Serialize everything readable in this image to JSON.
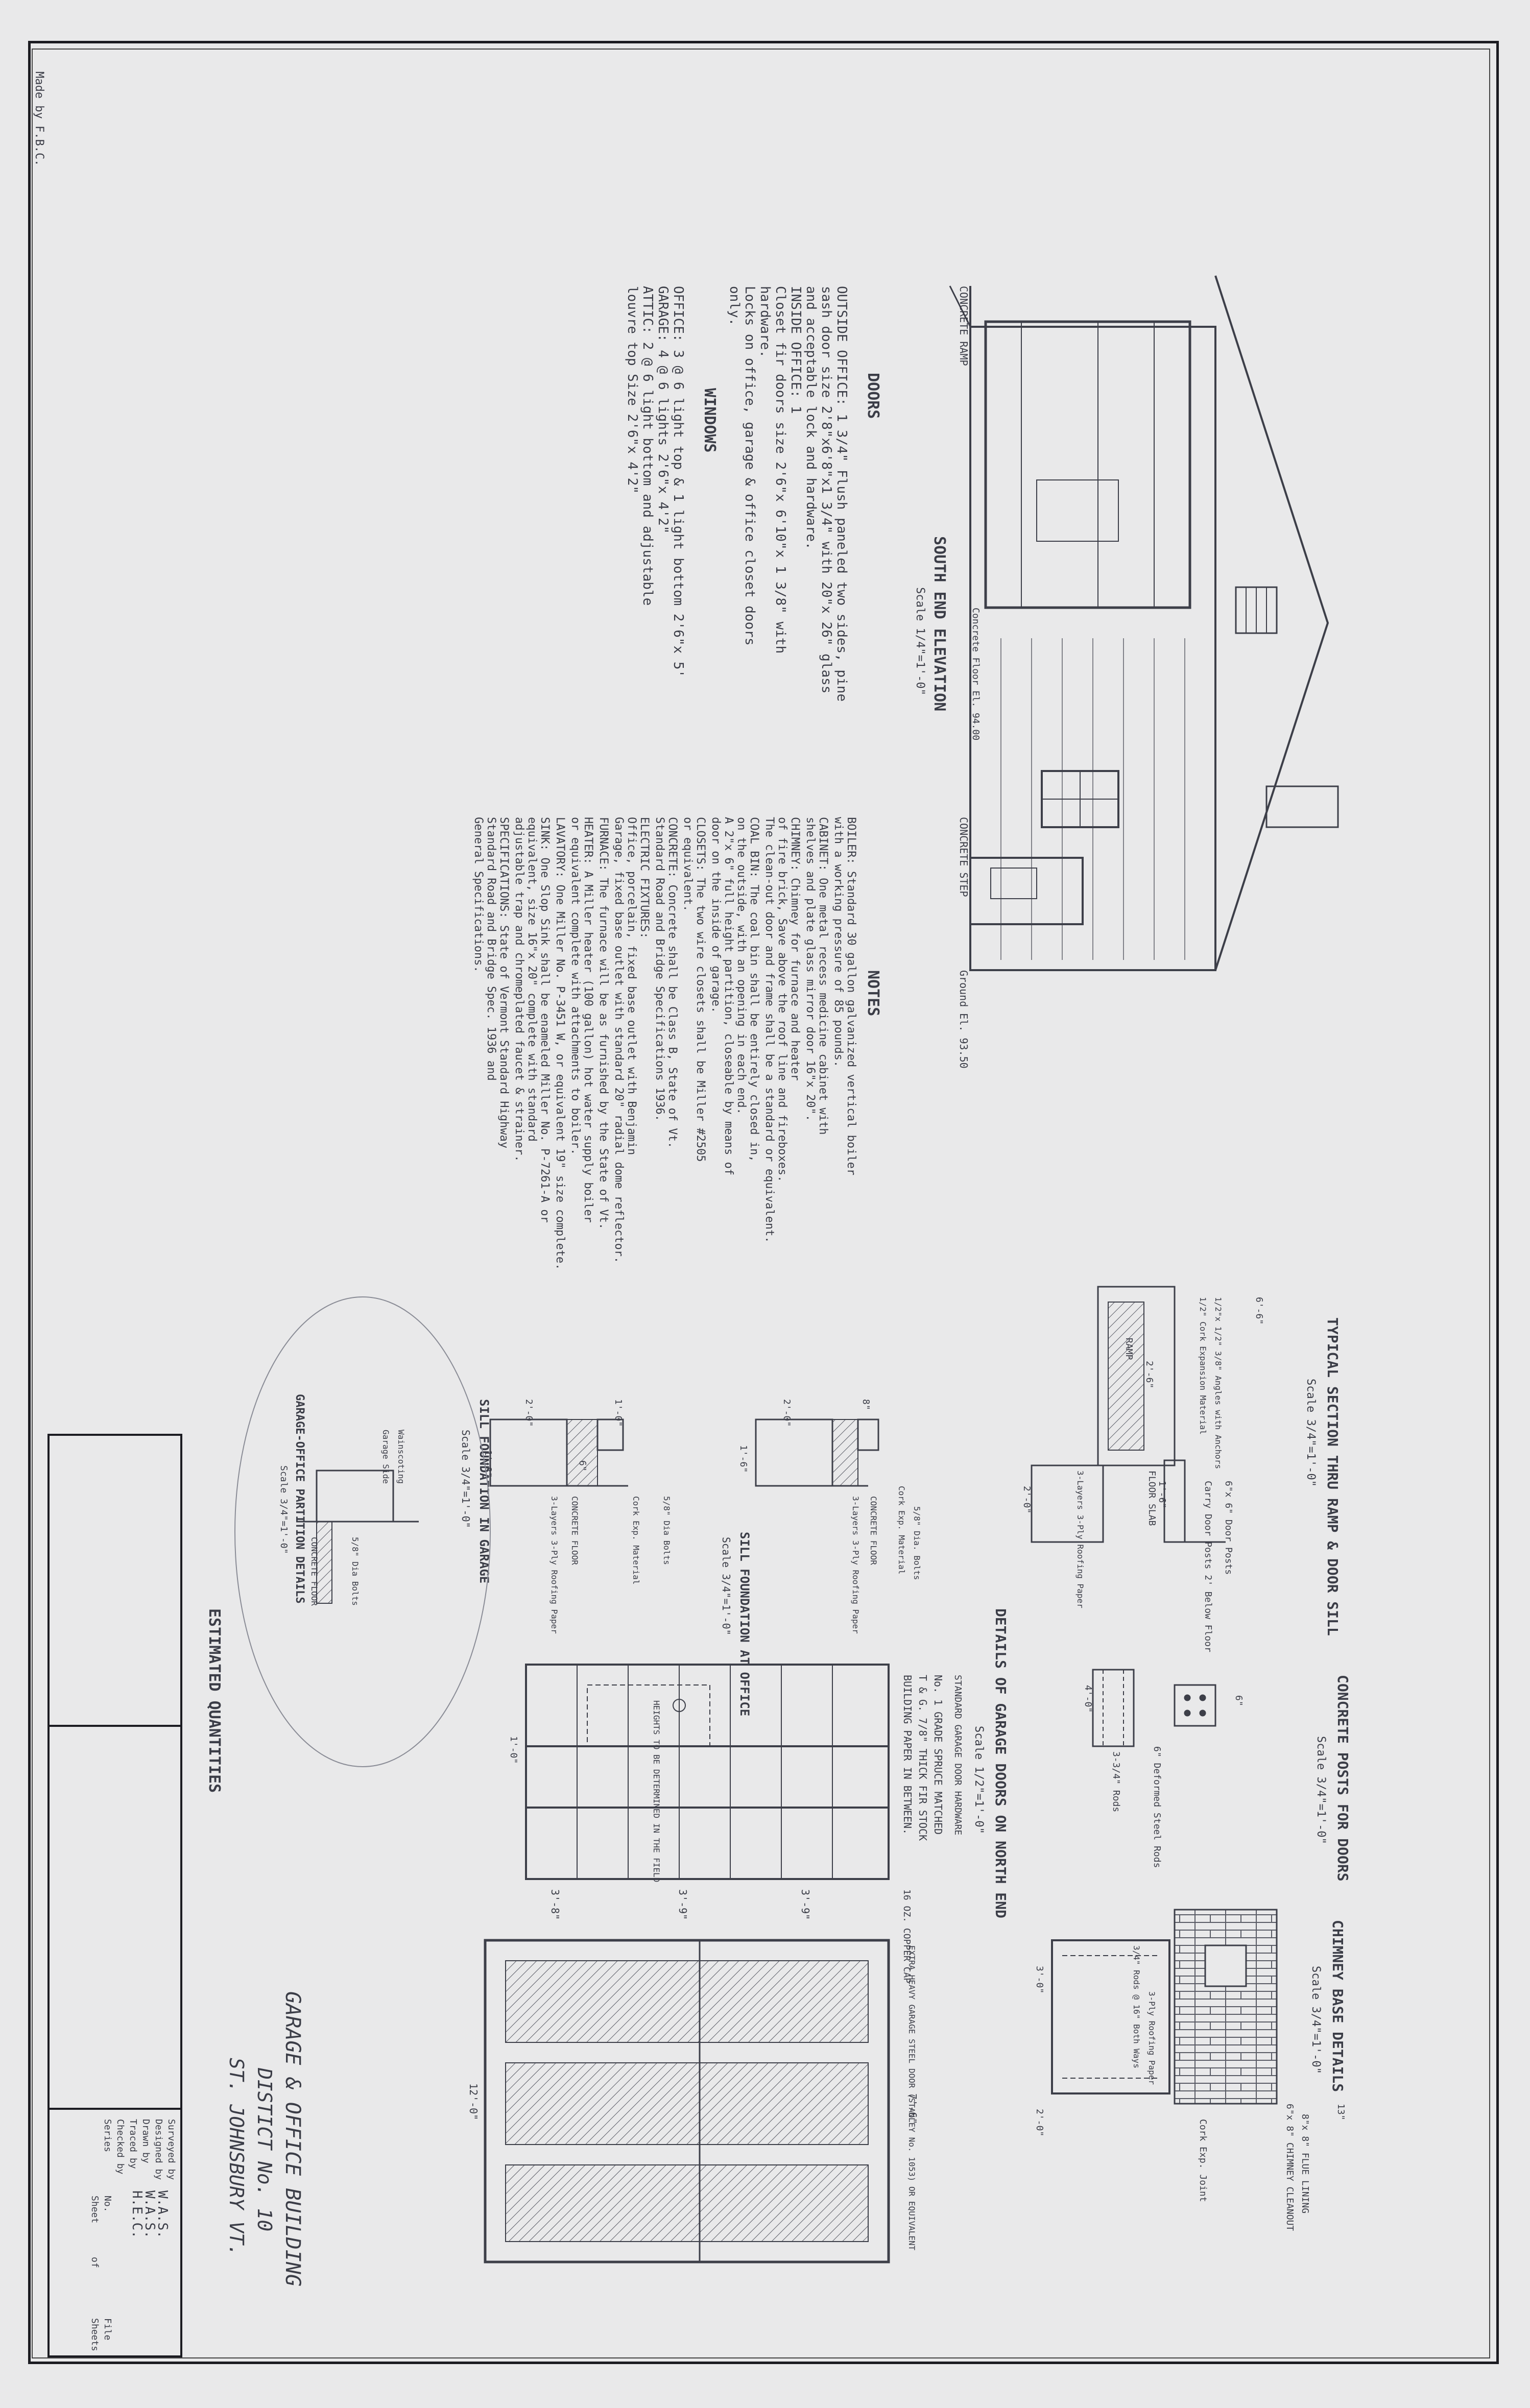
{
  "sheet": {
    "title_line1": "GARAGE & OFFICE BUILDING",
    "title_line2": "DISTICT No. 10",
    "title_line3": "ST. JOHNSBURY VT.",
    "estimated_quantities": "ESTIMATED QUANTITIES",
    "stamp": "Made by F.B.C."
  },
  "title_block": {
    "surveyed_by_label": "Surveyed by",
    "designed_by_label": "Designed by",
    "designed_by": "W.A.S.",
    "drawn_by_label": "Drawn by",
    "drawn_by": "W.A.S.",
    "traced_by_label": "Traced by",
    "traced_by": "H.E.C.",
    "checked_by_label": "Checked by",
    "series_label": "Series",
    "no_label": "No.",
    "sheet_label": "Sheet",
    "of_label": "of",
    "file_label": "File",
    "sheets_label": "Sheets"
  },
  "south_elevation": {
    "title": "SOUTH END ELEVATION",
    "scale": "Scale 1/4\"=1'-0\"",
    "concrete_ramp": "CONCRETE RAMP",
    "concrete_step": "CONCRETE STEP",
    "concrete_floor": "Concrete Floor El. 94.00",
    "ground": "Ground El. 93.50"
  },
  "doors": {
    "heading": "DOORS",
    "lines": [
      "OUTSIDE OFFICE: 1 3/4\" Flush paneled two sides, pine",
      "sash door size 2'8\"x6'8\"x1 3/4\" with 20\"x 26\" glass",
      "and acceptable lock and hardware.",
      "INSIDE OFFICE: 1",
      "Closet fir doors size 2'6\"x 6'10\"x 1 3/8\" with",
      "hardware.",
      "Locks on office, garage & office closet doors",
      "only."
    ]
  },
  "windows": {
    "heading": "WINDOWS",
    "lines": [
      "OFFICE: 3 @ 6 light top & 1 light bottom 2'6\"x 5'",
      "GARAGE: 4 @ 6 lights 2'6\"x 4'2\"",
      "ATTIC: 2 @ 6 light bottom and adjustable",
      "louvre top Size 2'6\"x 4'2\""
    ]
  },
  "notes": {
    "heading": "NOTES",
    "lines": [
      "BOILER: Standard 30 gallon galvanized vertical boiler",
      "with a working pressure of 85 pounds.",
      "CABINET: One metal recess medicine cabinet with",
      "shelves and plate glass mirror door 16\"x 20\".",
      "CHIMNEY: Chimney for furnace and heater",
      "of fire brick, Save above the roof line and fireboxes.",
      "The clean-out door and frame shall be a standard or equivalent.",
      "COAL BIN: The coal bin shall be entirely closed in,",
      "on the outside, with an opening in each end.",
      "A 2\"x 6\" full height partition, closeable by means of",
      "door on the inside of garage.",
      "CLOSETS: The two wire closets shall be Miller #2505",
      "or equivalent.",
      "CONCRETE: Concrete shall be Class B, State of Vt.",
      "Standard Road and Bridge Specifications 1936.",
      "ELECTRIC FIXTURES:",
      "Office, porcelain, fixed base outlet with Benjamin",
      "Garage, fixed base outlet with standard 20\" radial dome reflector.",
      "FURNACE: The furnace will be as furnished by the State of Vt.",
      "HEATER: A Miller heater (100 gallon) hot water supply boiler",
      "or equivalent complete with attachments to boiler.",
      "LAVATORY: One Miller No. P-3451 W, or equivalent 19\" size complete.",
      "SINK: One Slop Sink shall be enameled Miller No. P-7261-A or",
      "equivalent, size 16\"x 20\" complete with standard",
      "adjustable trap and chromeplated faucet & strainer.",
      "SPECIFICATIONS: State of Vermont Standard Highway",
      "Standard Road and Bridge Spec. 1936 and",
      "General Specifications."
    ]
  },
  "ramp_section": {
    "title": "TYPICAL SECTION THRU RAMP & DOOR SILL",
    "scale": "Scale 3/4\"=1'-0\"",
    "labels": [
      "6\"x 6\" Door Posts",
      "Carry Door Posts 2' Below Floor",
      "FLOOR SLAB",
      "RAMP",
      "3-Layers 3-Ply Roofing Paper",
      "1/2\"x 1/2\" 3/8\" Angles with Anchors",
      "1/2\" Cork Expansion Material"
    ],
    "dims": [
      "6'-6\"",
      "2'-6\"",
      "1'-6\"",
      "2'-0\""
    ]
  },
  "sill_office": {
    "title": "SILL FOUNDATION AT OFFICE",
    "scale": "Scale 3/4\"=1'-0\"",
    "labels": [
      "5/8\" Dia. Bolts",
      "Cork Exp. Material",
      "CONCRETE FLOOR",
      "3-Layers 3-Ply Roofing Paper"
    ],
    "dims": [
      "2'-0\"",
      "8\"",
      "1'-6\""
    ]
  },
  "sill_garage": {
    "title": "SILL FOUNDATION IN GARAGE",
    "scale": "Scale 3/4\"=1'-0\"",
    "labels": [
      "5/8\" Dia Bolts",
      "Cork Exp. Material",
      "CONCRETE FLOOR",
      "3-Layers 3-Ply Roofing Paper"
    ],
    "dims": [
      "2'-0\"",
      "1'-0\"",
      "1'-8\"",
      "6\""
    ]
  },
  "partition": {
    "title": "GARAGE-OFFICE PARTITION DETAILS",
    "scale": "Scale 3/4\"=1'-0\"",
    "labels": [
      "Wainscoting",
      "Garage Side",
      "CONCRETE FLOOR",
      "5/8\" Dia Bolts"
    ]
  },
  "concrete_posts": {
    "title": "CONCRETE POSTS FOR DOORS",
    "scale": "Scale 3/4\"=1'-0\"",
    "labels": [
      "6\" Deformed Steel Rods",
      "3-3/4\" Rods"
    ],
    "dims": [
      "4'-0\"",
      "6\""
    ]
  },
  "chimney": {
    "title": "CHIMNEY BASE DETAILS",
    "scale": "Scale 3/4\"=1'-0\"",
    "labels": [
      "8\"x 8\" FLUE LINING",
      "6\"x 8\" CHIMNEY CLEANOUT",
      "Cork Exp. Joint",
      "3-Ply Roofing Paper",
      "3/4\" Rods @ 16\" Both Ways"
    ],
    "dims": [
      "13\"",
      "3'-0\"",
      "2'-0\""
    ]
  },
  "garage_doors": {
    "title": "DETAILS OF GARAGE DOORS ON NORTH END",
    "scale": "Scale 1/2\"=1'-0\"",
    "note_lines": [
      "No. 1 GRADE SPRUCE MATCHED",
      "T & G. 7/8\" THICK FIR STOCK",
      "BUILDING PAPER IN BETWEEN."
    ],
    "hardware": "STANDARD GARAGE DOOR HARDWARE",
    "copper_cap": "16 OZ. COPPER CAP",
    "hinge": "EXTRA HEAVY GARAGE STEEL DOOR (STANLEY No. 1053) OR EQUIVALENT",
    "field_note": "HEIGHTS TO BE DETERMINED IN THE FIELD",
    "dims": [
      "3'-8\"",
      "3'-9\"",
      "3'-9\"",
      "7'-6\"",
      "12'-0\"",
      "1'-0\""
    ]
  }
}
